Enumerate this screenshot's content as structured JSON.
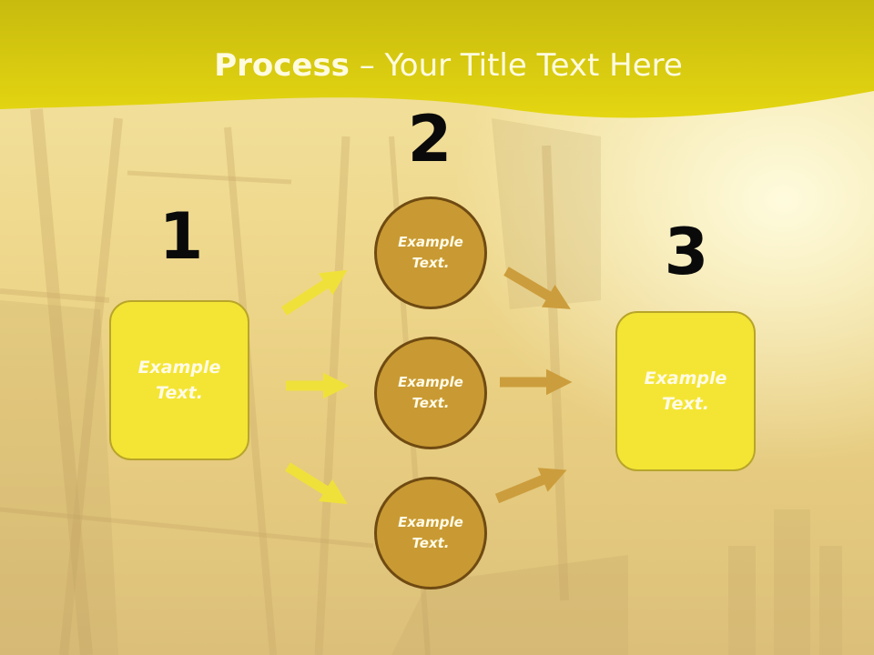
{
  "title": {
    "bold": "Process",
    "rest": " – Your Title Text Here"
  },
  "steps": [
    {
      "number": "1",
      "box_text_line1": "Example",
      "box_text_line2": "Text."
    },
    {
      "number": "2",
      "circles": [
        {
          "line1": "Example",
          "line2": "Text."
        },
        {
          "line1": "Example",
          "line2": "Text."
        },
        {
          "line1": "Example",
          "line2": "Text."
        }
      ]
    },
    {
      "number": "3",
      "box_text_line1": "Example",
      "box_text_line2": "Text."
    }
  ],
  "colors": {
    "banner": "#e2d40f",
    "box_fill": "#f4e534",
    "circle_fill": "#c99a33",
    "arrow_left": "#f0e13a",
    "arrow_right": "#cc9d3c"
  }
}
